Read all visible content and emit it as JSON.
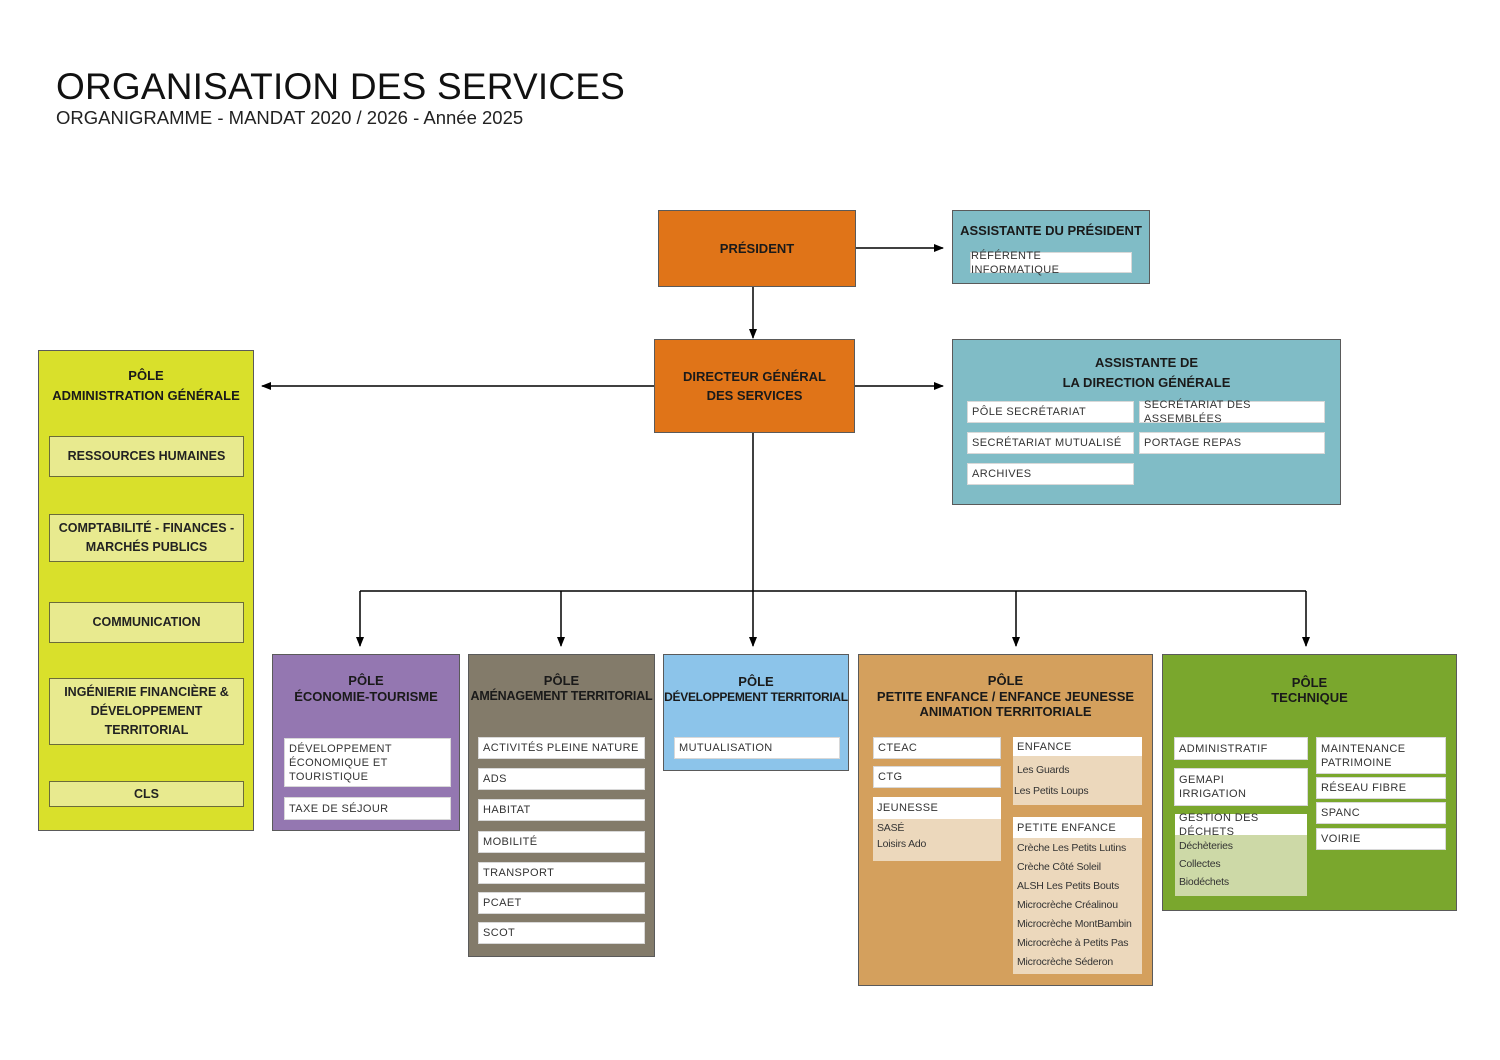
{
  "header": {
    "title": "ORGANISATION DES SERVICES",
    "subtitle": "ORGANIGRAMME - MANDAT 2020 / 2026 - Année 2025"
  },
  "colors": {
    "direction": "#e07418",
    "assistant": "#80bcc6",
    "admin": "#d9e02b",
    "admin_item": "#e8ea8f",
    "economie": "#9477b1",
    "amenagement": "#837b6a",
    "developpement": "#8cc4ea",
    "enfance": "#d4a05d",
    "enfance_sub": "#ecd8bc",
    "technique": "#7aa72d",
    "technique_sub": "#cdd9a7"
  },
  "president": {
    "label": "PRÉSIDENT"
  },
  "assistante_president": {
    "title": "ASSISTANTE DU PRÉSIDENT",
    "items": [
      "RÉFÉRENTE INFORMATIQUE"
    ]
  },
  "dgs": {
    "line1": "DIRECTEUR GÉNÉRAL",
    "line2": "DES SERVICES"
  },
  "assistante_dg": {
    "line1": "ASSISTANTE DE",
    "line2": "LA DIRECTION GÉNÉRALE",
    "items": [
      "PÔLE SECRÉTARIAT",
      "SECRÉTARIAT DES ASSEMBLÉES",
      "SECRÉTARIAT MUTUALISÉ",
      "PORTAGE REPAS",
      "ARCHIVES"
    ]
  },
  "pole_admin": {
    "line1": "PÔLE",
    "line2": "ADMINISTRATION GÉNÉRALE",
    "items": [
      {
        "line1": "RESSOURCES HUMAINES",
        "line2": ""
      },
      {
        "line1": "COMPTABILITÉ - FINANCES -",
        "line2": "MARCHÉS PUBLICS"
      },
      {
        "line1": "COMMUNICATION",
        "line2": ""
      },
      {
        "line1": "INGÉNIERIE FINANCIÈRE &",
        "line2": "DÉVELOPPEMENT TERRITORIAL"
      },
      {
        "line1": "CLS",
        "line2": ""
      }
    ]
  },
  "pole_economie": {
    "line1": "PÔLE",
    "line2": "ÉCONOMIE-TOURISME",
    "items": [
      {
        "line1": "DÉVELOPPEMENT",
        "line2": "ÉCONOMIQUE ET TOURISTIQUE"
      },
      {
        "line1": "TAXE DE SÉJOUR",
        "line2": ""
      }
    ]
  },
  "pole_amenagement": {
    "line1": "PÔLE",
    "line2": "AMÉNAGEMENT TERRITORIAL",
    "items": [
      "ACTIVITÉS PLEINE  NATURE",
      "ADS",
      "HABITAT",
      "MOBILITÉ",
      "TRANSPORT",
      "PCAET",
      "SCOT"
    ]
  },
  "pole_developpement": {
    "line1": "PÔLE",
    "line2": "DÉVELOPPEMENT TERRITORIAL",
    "items": [
      "MUTUALISATION"
    ]
  },
  "pole_enfance": {
    "line1": "PÔLE",
    "line2": "PETITE ENFANCE / ENFANCE JEUNESSE",
    "line3": "ANIMATION TERRITORIALE",
    "left_items": [
      "CTEAC",
      "CTG"
    ],
    "jeunesse": {
      "title": "JEUNESSE",
      "subs": [
        "SASÉ",
        "Loisirs Ado"
      ]
    },
    "enfance": {
      "title": "ENFANCE",
      "subs": [
        "Les Guards",
        "Les Petits Loups"
      ]
    },
    "petite_enfance": {
      "title": "PETITE ENFANCE",
      "subs": [
        "Crèche  Les Petits Lutins",
        "Crèche  Côté Soleil",
        "ALSH Les Petits Bouts",
        "Microcrèche  Créalinou",
        "Microcrèche MontBambin",
        "Microcrèche à Petits Pas",
        "Microcrèche Séderon"
      ]
    }
  },
  "pole_technique": {
    "line1": "PÔLE",
    "line2": "TECHNIQUE",
    "left_items": [
      {
        "line1": "ADMINISTRATIF",
        "line2": ""
      },
      {
        "line1": "GEMAPI",
        "line2": "IRRIGATION"
      }
    ],
    "dechets": {
      "title": "GESTION DES DÉCHETS",
      "subs": [
        "Déchèteries",
        "Collectes",
        "Biodéchets"
      ]
    },
    "right_items": [
      {
        "line1": "MAINTENANCE",
        "line2": "PATRIMOINE"
      },
      {
        "line1": "RÉSEAU FIBRE",
        "line2": ""
      },
      {
        "line1": "SPANC",
        "line2": ""
      },
      {
        "line1": "VOIRIE",
        "line2": ""
      }
    ]
  }
}
